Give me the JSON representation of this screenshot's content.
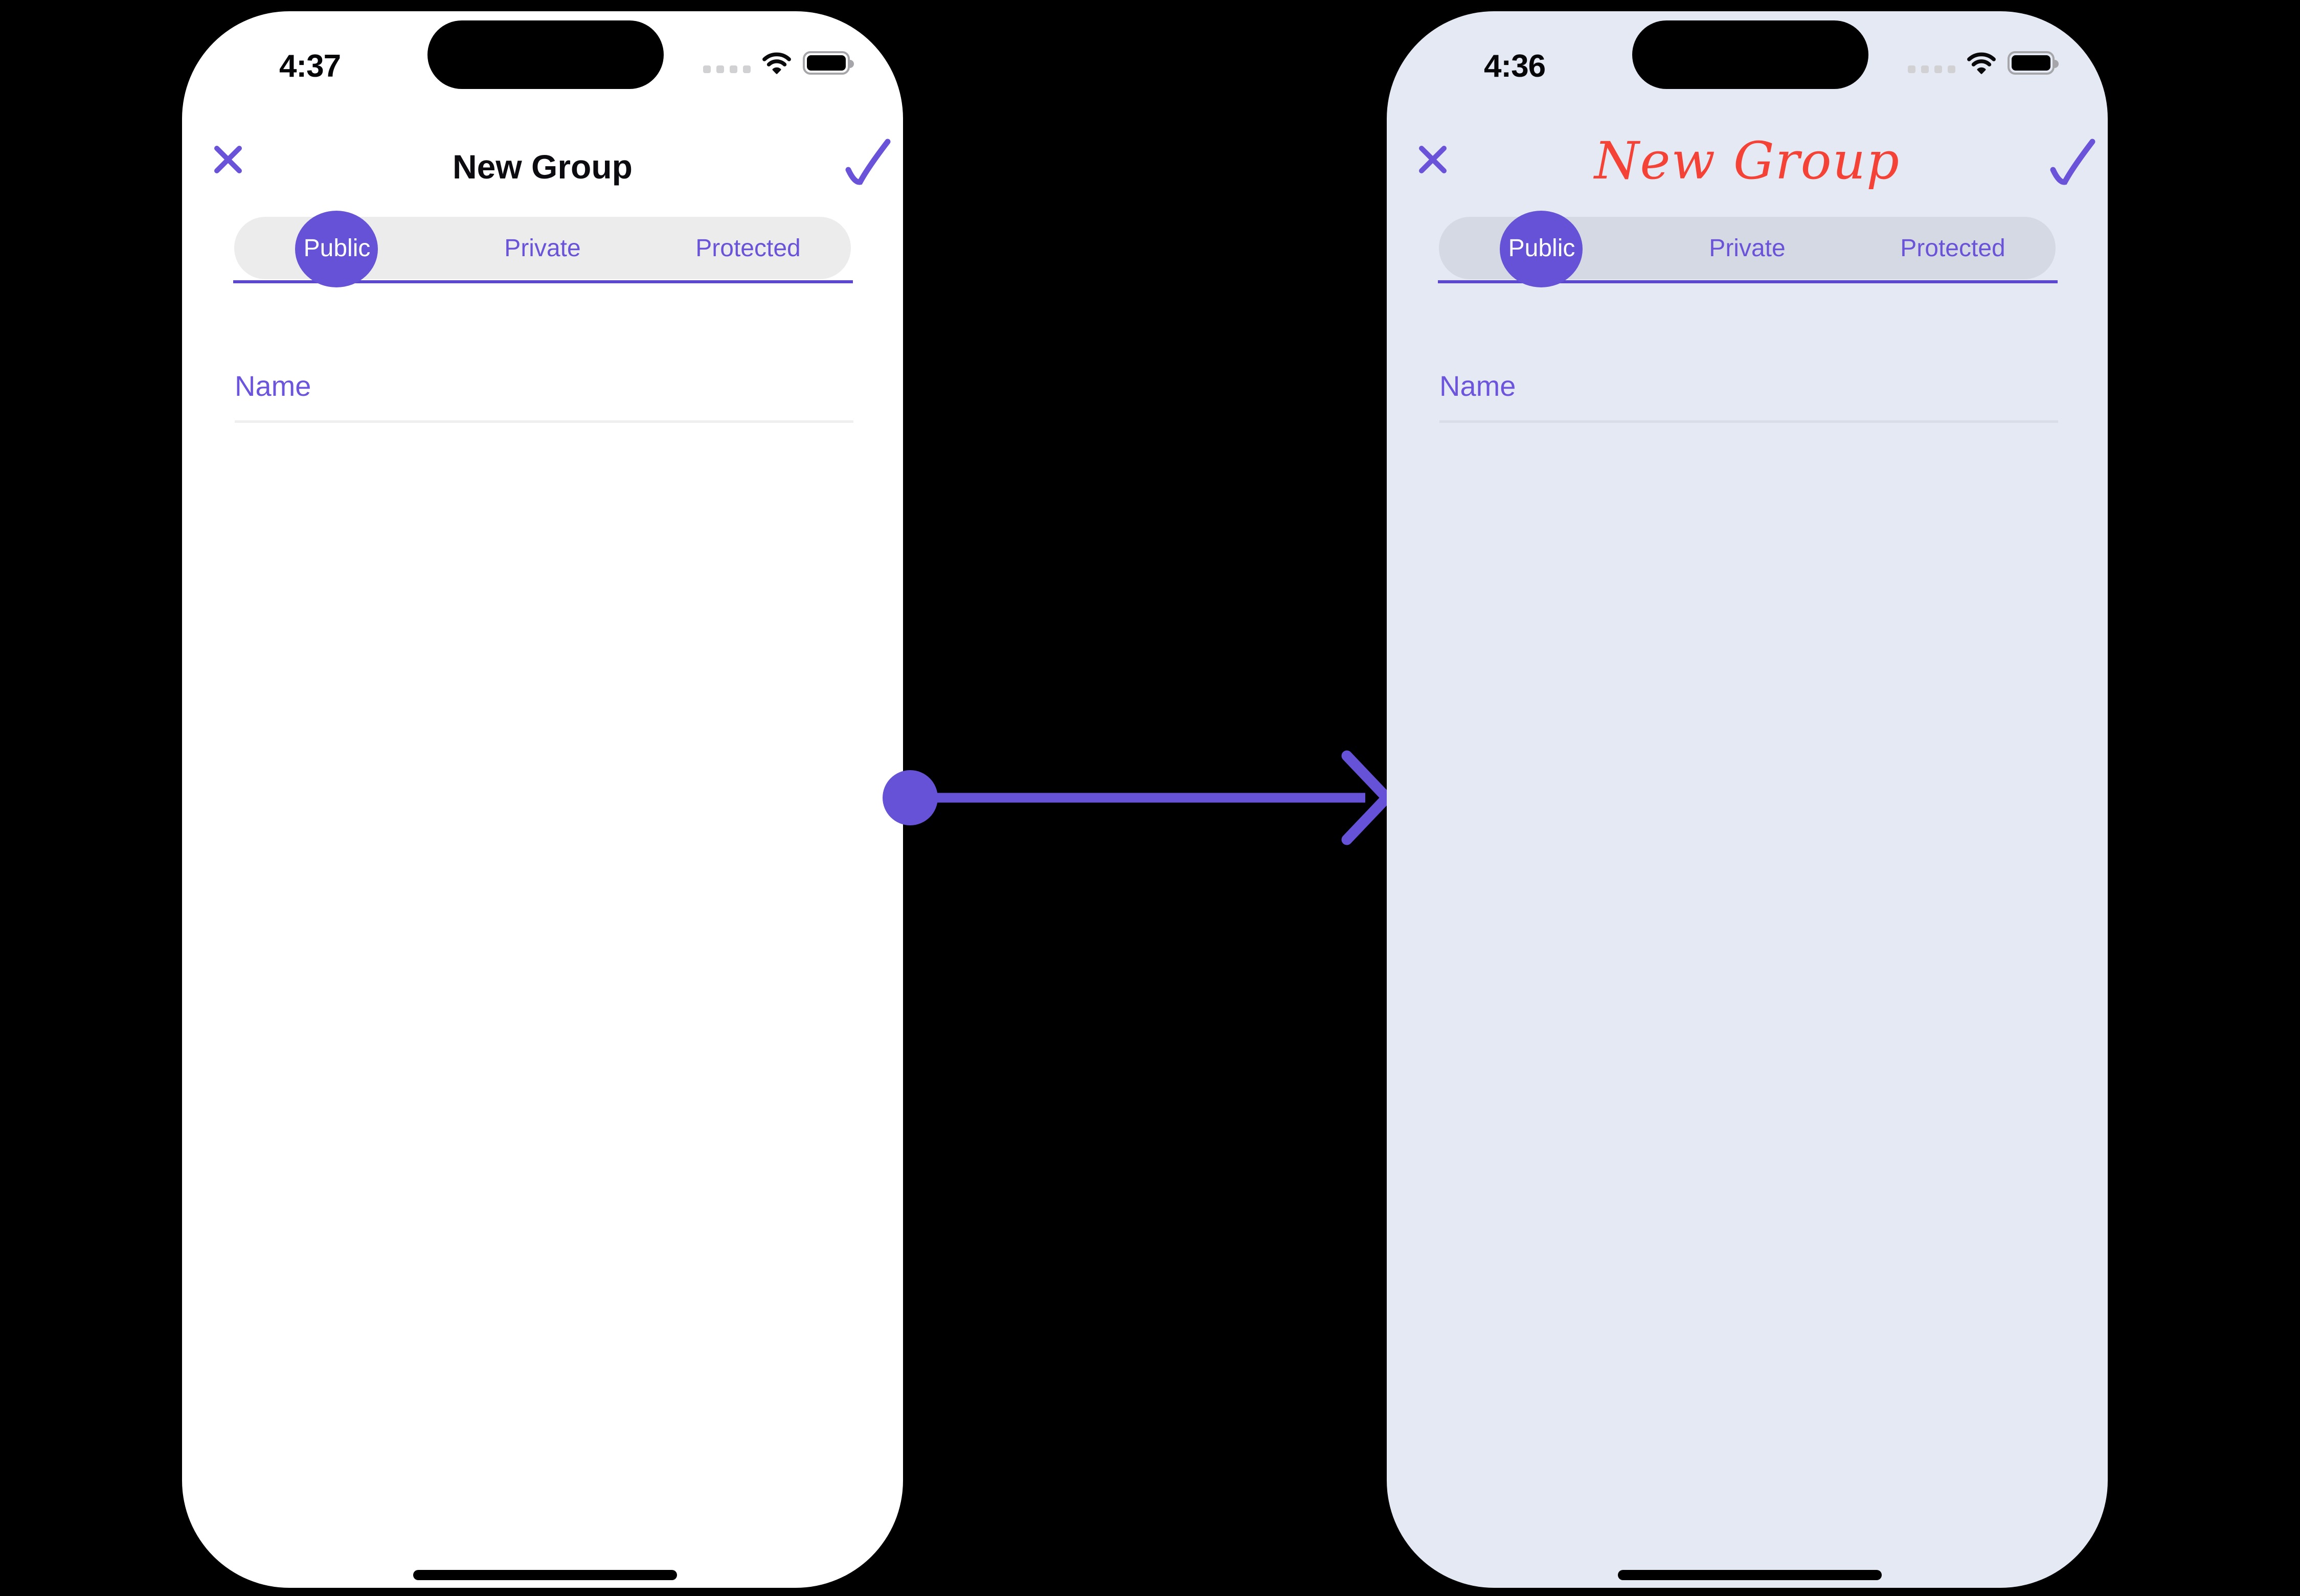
{
  "colors": {
    "accent_purple": "#6A53D9",
    "indicator_purple": "#6652D6",
    "underline_purple": "#5B48CE",
    "script_title_red": "#F44336",
    "left_phone_bg": "#FFFFFF",
    "right_phone_bg": "#E4E9F3",
    "left_pill_bg": "#ECECEC",
    "right_pill_bg": "#D4D9E4"
  },
  "icons": {
    "close": "close-icon (x)",
    "confirm": "check-icon",
    "cellular": "cellular-signal-dots-icon",
    "wifi": "wifi-icon",
    "battery": "battery-icon",
    "arrow": "right-arrow-with-dot"
  },
  "left_phone": {
    "status_bar": {
      "time": "4:37"
    },
    "nav": {
      "title": "New Group"
    },
    "tabs": [
      {
        "label": "Public",
        "selected": true
      },
      {
        "label": "Private",
        "selected": false
      },
      {
        "label": "Protected",
        "selected": false
      }
    ],
    "form": {
      "name_placeholder": "Name"
    }
  },
  "right_phone": {
    "status_bar": {
      "time": "4:36"
    },
    "nav": {
      "title": "New Group"
    },
    "tabs": [
      {
        "label": "Public",
        "selected": true
      },
      {
        "label": "Private",
        "selected": false
      },
      {
        "label": "Protected",
        "selected": false
      }
    ],
    "form": {
      "name_placeholder": "Name"
    }
  }
}
